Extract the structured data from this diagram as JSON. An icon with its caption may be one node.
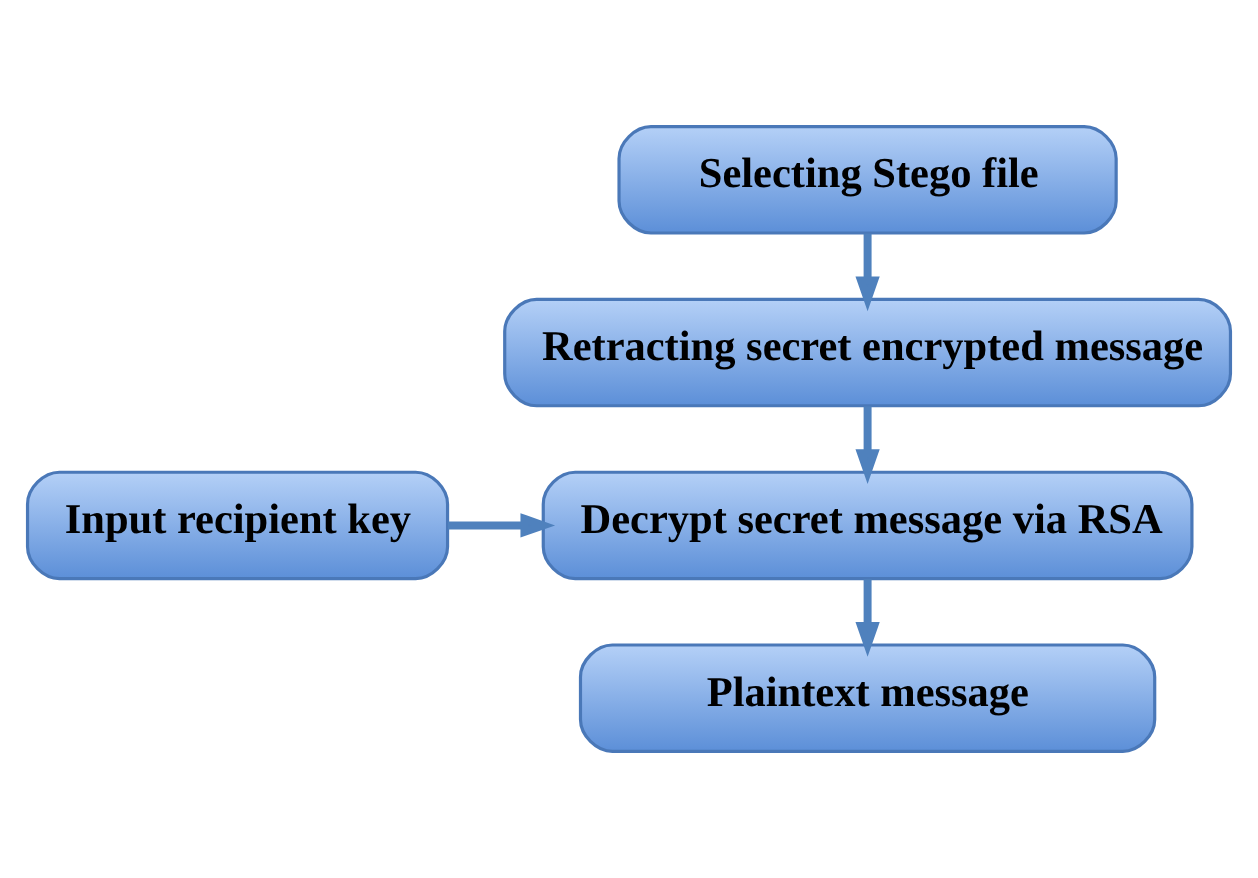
{
  "diagram": {
    "nodes": [
      {
        "text": [
          "Selecting Stego file"
        ]
      },
      {
        "text": [
          "Retracting secret encrypted message"
        ]
      },
      {
        "text": [
          "Input recipient key"
        ]
      },
      {
        "text": [
          "Decrypt secret message via RSA"
        ]
      },
      {
        "text": [
          "Plaintext message"
        ]
      }
    ],
    "edges": [
      {
        "from": 0,
        "to": 1,
        "arrow": "to"
      },
      {
        "from": 1,
        "to": 3,
        "arrow": "to"
      },
      {
        "from": 2,
        "to": 3,
        "arrow": "to"
      },
      {
        "from": 3,
        "to": 4,
        "arrow": "to"
      }
    ]
  }
}
